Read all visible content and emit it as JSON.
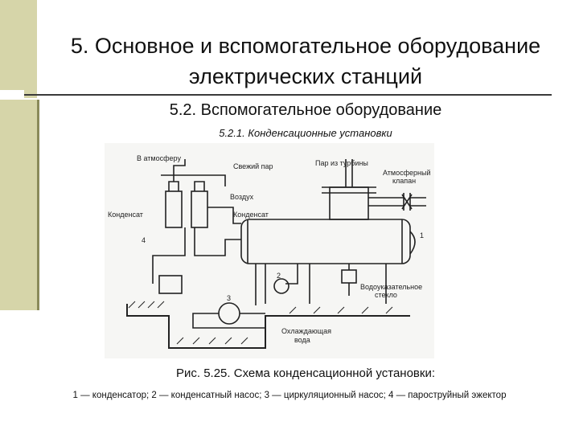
{
  "slide": {
    "title_line1": "5. Основное и вспомогательное оборудование",
    "title_line2": "электрических станций",
    "subtitle": "5.2. Вспомогательное оборудование",
    "subsubtitle": "5.2.1. Конденсационные установки"
  },
  "figure": {
    "labels": {
      "to_atmosphere": "В атмосферу",
      "fresh_steam": "Свежий пар",
      "steam_from_turbine": "Пар из турбины",
      "atmospheric_valve": "Атмосферный",
      "atmospheric_valve_2": "клапан",
      "air": "Воздух",
      "condensate_left": "Конденсат",
      "condensate_right": "Конденсат",
      "water_gauge": "Водоуказательное",
      "water_gauge_2": "стекло",
      "cooling_water": "Охлаждающая",
      "cooling_water_2": "вода",
      "num_1": "1",
      "num_2": "2",
      "num_3": "3",
      "num_4": "4"
    },
    "caption": "Рис. 5.25. Схема конденсационной установки:",
    "legend": "1 — конденсатор; 2 — конденсатный насос; 3 — циркуляционный насос; 4 — пароструйный эжектор"
  }
}
